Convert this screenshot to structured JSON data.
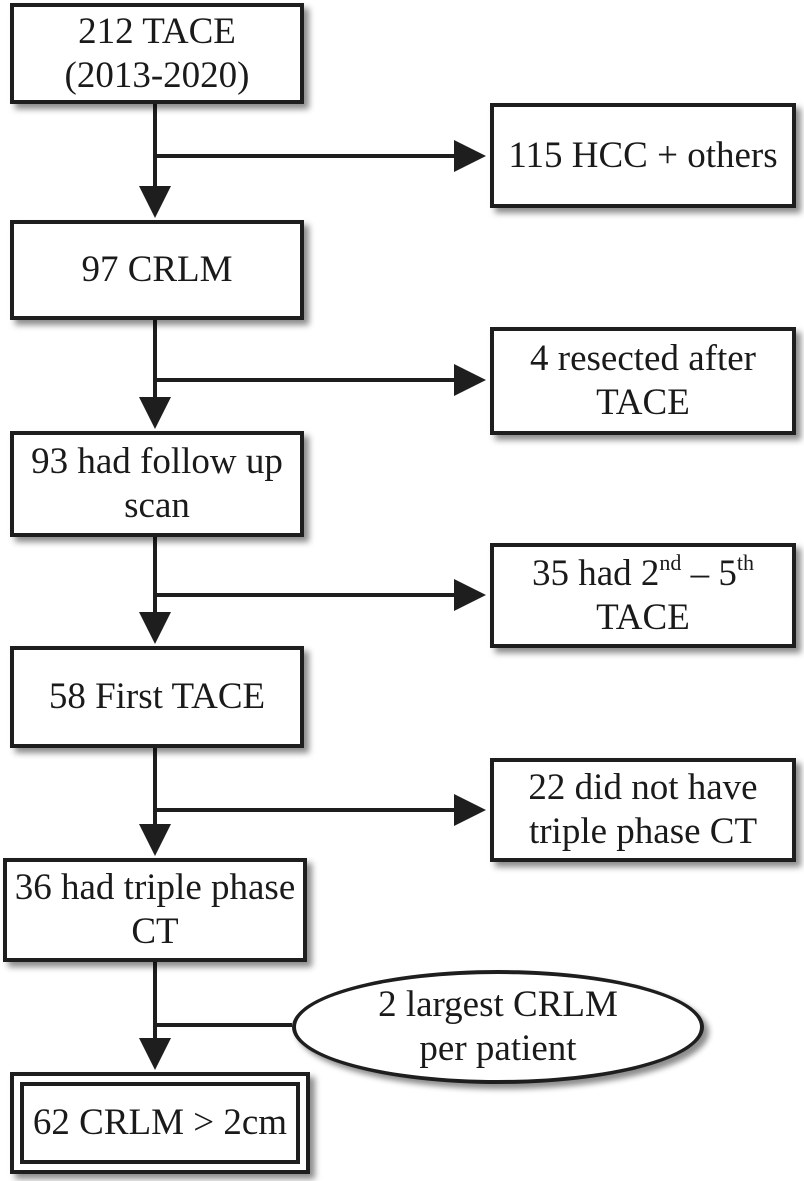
{
  "boxes": {
    "tace_total": {
      "line1": "212 TACE",
      "line2": "(2013-2020)"
    },
    "excluded_hcc": {
      "line1": "115 HCC + others"
    },
    "crlm": {
      "line1": "97 CRLM"
    },
    "resected": {
      "line1": "4 resected after",
      "line2": "TACE"
    },
    "followup": {
      "line1": "93 had follow up",
      "line2": "scan"
    },
    "repeat_tace": {
      "prefix": "35 had 2",
      "sup1": "nd",
      "mid": " – 5",
      "sup2": "th",
      "line2": "TACE"
    },
    "first_tace": {
      "line1": "58 First TACE"
    },
    "no_triple": {
      "line1": "22 did not have",
      "line2": "triple phase CT"
    },
    "triple_phase": {
      "line1": "36 had triple phase",
      "line2": "CT"
    },
    "largest": {
      "line1": "2 largest CRLM",
      "line2": "per patient"
    },
    "final": {
      "line1": "62 CRLM > 2cm"
    }
  },
  "colors": {
    "stroke": "#1e1e1e",
    "fill": "#ffffff",
    "text": "#1a1a1a"
  }
}
